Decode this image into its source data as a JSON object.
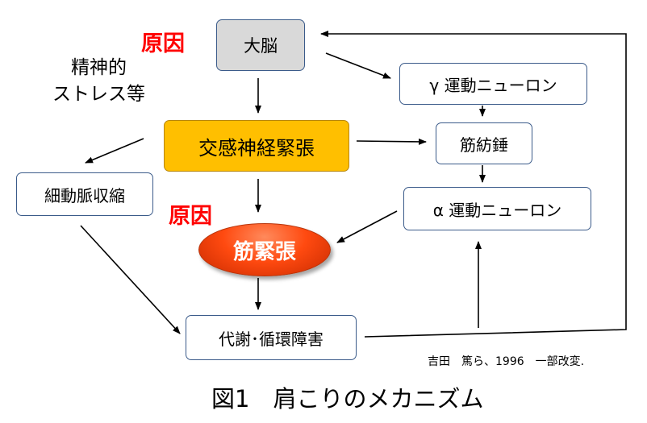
{
  "nodes": {
    "brain": "大脳",
    "sympathetic": "交感神経緊張",
    "gamma": "γ 運動ニューロン",
    "spindle": "筋紡錘",
    "alpha": "α 運動ニューロン",
    "vaso": "細動脈収縮",
    "muscle": "筋緊張",
    "metabolic": "代謝･循環障害"
  },
  "labels": {
    "cause_top": "原因",
    "cause_middle": "原因",
    "stress_line1": "精神的",
    "stress_line2": "ストレス等"
  },
  "citation": "吉田　篤ら、1996　一部改変.",
  "caption": "図1　肩こりのメカニズム",
  "colors": {
    "cause": "#ff0000",
    "sympathetic_fill": "#ffbf00",
    "brain_fill": "#d9d9d9",
    "muscle_fill": "#ff4a10",
    "box_border": "#3b5b8a"
  }
}
